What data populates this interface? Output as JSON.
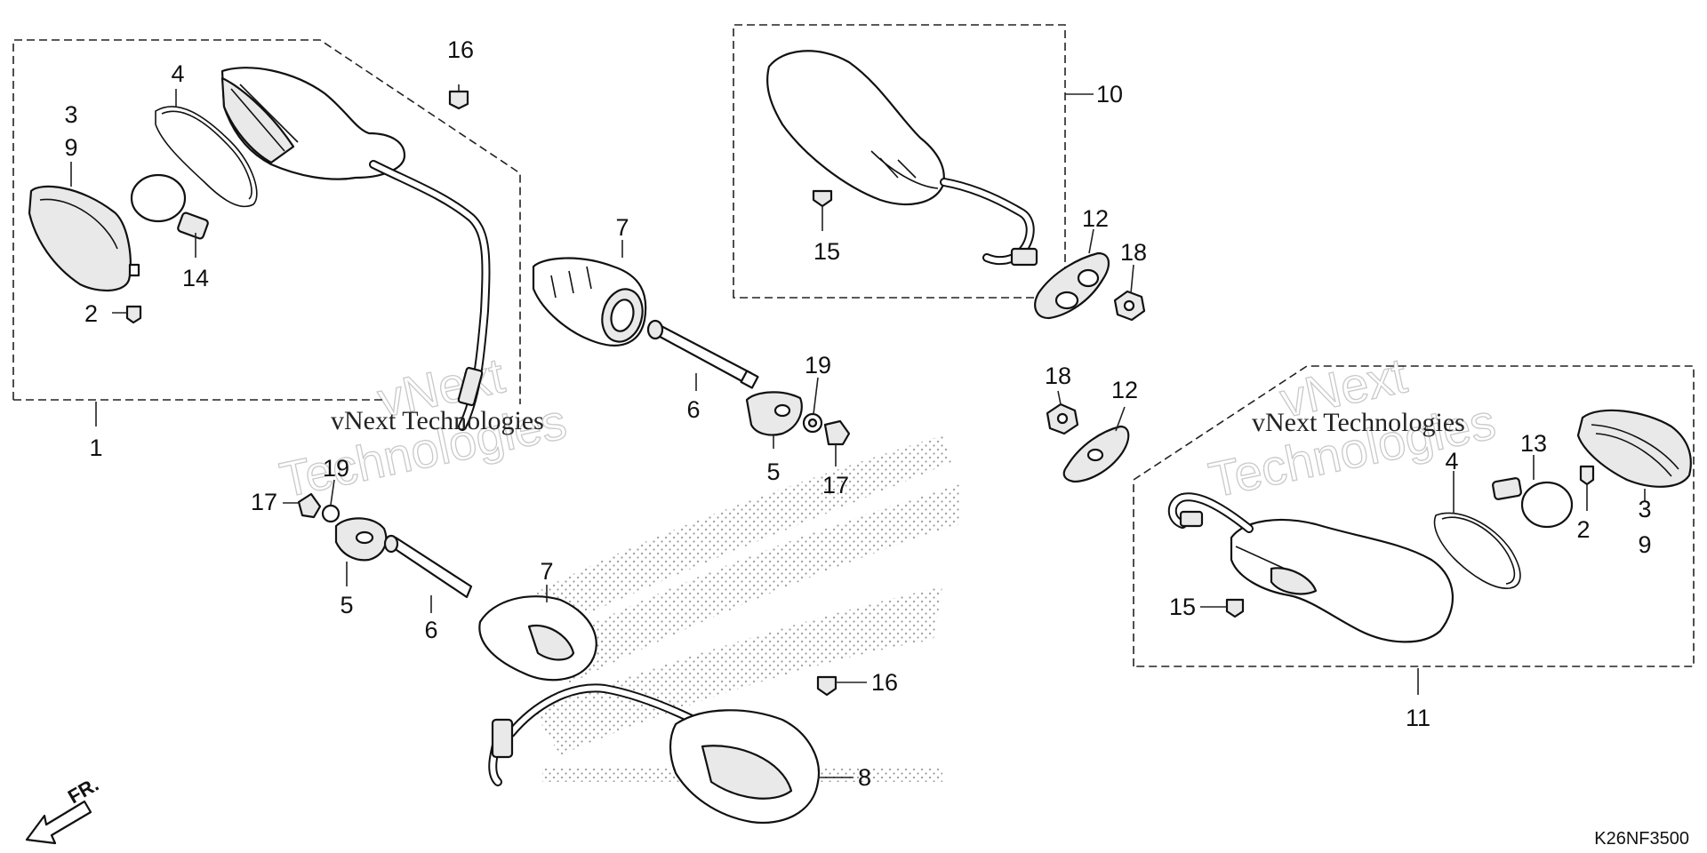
{
  "diagram": {
    "code": "K26NF3500",
    "front_marker": "FR.",
    "watermarks": [
      "vNext Technologies",
      "vNext Technologies",
      "vNext",
      "Technologies",
      "vNext",
      "Technologies"
    ],
    "callouts": [
      "1",
      "2",
      "2",
      "3",
      "3",
      "4",
      "4",
      "5",
      "5",
      "6",
      "6",
      "7",
      "7",
      "8",
      "9",
      "9",
      "10",
      "11",
      "12",
      "12",
      "13",
      "14",
      "15",
      "15",
      "16",
      "16",
      "17",
      "17",
      "18",
      "18",
      "19",
      "19"
    ]
  }
}
